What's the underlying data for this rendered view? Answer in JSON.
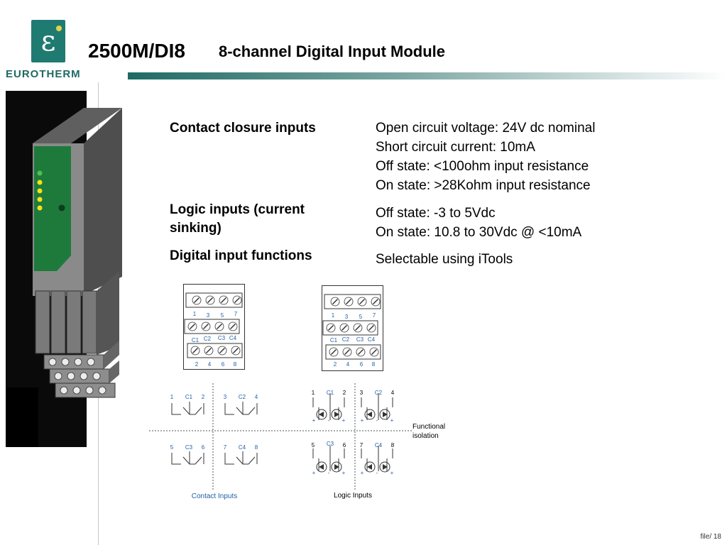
{
  "logo": {
    "glyph": "ε",
    "brand": "EUROTHERM"
  },
  "title": {
    "main": "2500M/DI8",
    "sub": "8-channel Digital Input Module"
  },
  "specs": {
    "contact_label": "Contact closure inputs",
    "contact_lines": [
      "Open circuit voltage:   24V dc nominal",
      "Short circuit current:   10mA",
      "Off state:  <100ohm input resistance",
      "On state:  >28Kohm input resistance"
    ],
    "logic_label": "Logic inputs (current sinking)",
    "logic_lines": [
      "Off state:  -3 to 5Vdc",
      "On state:  10.8 to 30Vdc @ <10mA"
    ],
    "functions_label": "Digital input functions",
    "functions_line": "Selectable using iTools"
  },
  "terminal": {
    "top_numbers": [
      "1",
      "3",
      "5",
      "7"
    ],
    "mid_labels": [
      "C1",
      "C2",
      "C3",
      "C4"
    ],
    "bottom_numbers": [
      "2",
      "4",
      "6",
      "8"
    ]
  },
  "wiring": {
    "contact": {
      "group1": [
        "1",
        "C1",
        "2"
      ],
      "group2": [
        "3",
        "C2",
        "4"
      ],
      "group3": [
        "5",
        "C3",
        "6"
      ],
      "group4": [
        "7",
        "C4",
        "8"
      ]
    },
    "logic": {
      "group1": [
        "1",
        "C1",
        "2"
      ],
      "group2": [
        "3",
        "C2",
        "4"
      ],
      "group3": [
        "5",
        "C3",
        "6"
      ],
      "group4": [
        "7",
        "C4",
        "8"
      ]
    },
    "contact_caption": "Contact Inputs",
    "logic_caption": "Logic Inputs",
    "isolation_line1": "Functional",
    "isolation_line2": "isolation",
    "plus": "+",
    "minus": "-"
  },
  "colors": {
    "brand_teal": "#1f7a72",
    "module_green": "#1e7a3a",
    "diagram_blue": "#1f5fa8",
    "led_yellow": "#f2e21c"
  },
  "footer": "file/ 18"
}
